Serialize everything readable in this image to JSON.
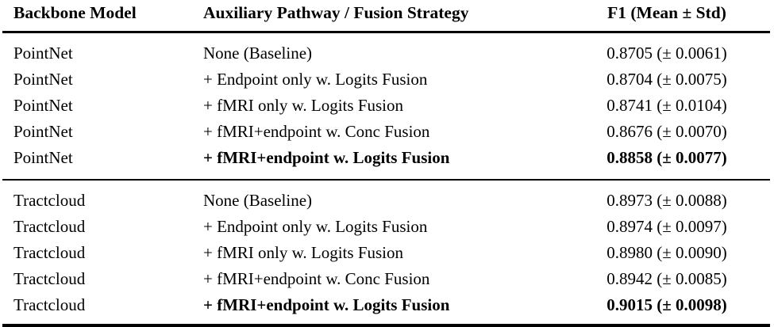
{
  "table": {
    "columns": [
      {
        "key": "backbone",
        "header": "Backbone Model",
        "align": "left"
      },
      {
        "key": "strategy",
        "header": "Auxiliary Pathway / Fusion Strategy",
        "align": "left"
      },
      {
        "key": "f1",
        "header": "F1 (Mean ± Std)",
        "align": "center"
      }
    ],
    "groups": [
      {
        "name": "PointNet",
        "rows": [
          {
            "backbone": "PointNet",
            "strategy": "None (Baseline)",
            "f1": "0.8705 (± 0.0061)",
            "bold": false
          },
          {
            "backbone": "PointNet",
            "strategy": "+ Endpoint only w. Logits Fusion",
            "f1": "0.8704 (± 0.0075)",
            "bold": false
          },
          {
            "backbone": "PointNet",
            "strategy": "+ fMRI only w. Logits Fusion",
            "f1": "0.8741 (± 0.0104)",
            "bold": false
          },
          {
            "backbone": "PointNet",
            "strategy": "+ fMRI+endpoint w. Conc Fusion",
            "f1": "0.8676 (± 0.0070)",
            "bold": false
          },
          {
            "backbone": "PointNet",
            "strategy": "+ fMRI+endpoint w. Logits Fusion",
            "f1": "0.8858 (± 0.0077)",
            "bold": true
          }
        ]
      },
      {
        "name": "Tractcloud",
        "rows": [
          {
            "backbone": "Tractcloud",
            "strategy": "None (Baseline)",
            "f1": "0.8973 (± 0.0088)",
            "bold": false
          },
          {
            "backbone": "Tractcloud",
            "strategy": "+ Endpoint only w. Logits Fusion",
            "f1": "0.8974 (± 0.0097)",
            "bold": false
          },
          {
            "backbone": "Tractcloud",
            "strategy": "+ fMRI only w. Logits Fusion",
            "f1": "0.8980 (± 0.0090)",
            "bold": false
          },
          {
            "backbone": "Tractcloud",
            "strategy": "+ fMRI+endpoint w. Conc Fusion",
            "f1": "0.8942 (± 0.0085)",
            "bold": false
          },
          {
            "backbone": "Tractcloud",
            "strategy": "+ fMRI+endpoint w. Logits Fusion",
            "f1": "0.9015 (± 0.0098)",
            "bold": true
          }
        ]
      }
    ],
    "colors": {
      "text": "#000000",
      "rule": "#000000",
      "background": "#ffffff"
    }
  }
}
